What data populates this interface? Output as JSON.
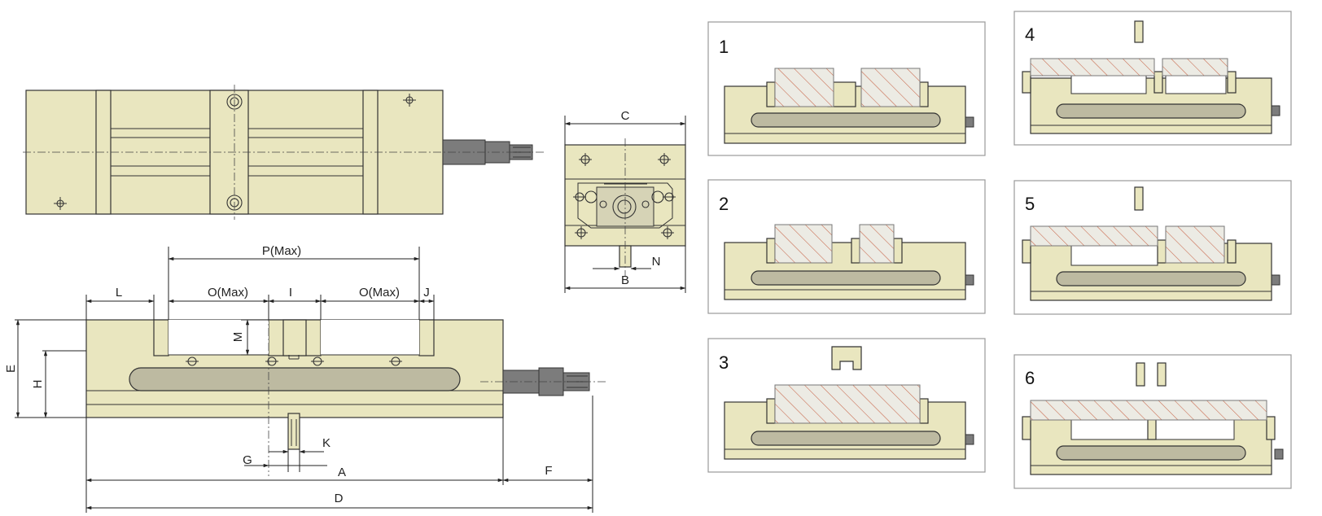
{
  "dimension_labels": {
    "P": "P(Max)",
    "L": "L",
    "O_left": "O(Max)",
    "I": "I",
    "O_right": "O(Max)",
    "J": "J",
    "M": "M",
    "E": "E",
    "H": "H",
    "G": "G",
    "K": "K",
    "A": "A",
    "F": "F",
    "D": "D",
    "C": "C",
    "N": "N",
    "B": "B"
  },
  "configurations": [
    {
      "number": "1"
    },
    {
      "number": "2"
    },
    {
      "number": "3"
    },
    {
      "number": "4"
    },
    {
      "number": "5"
    },
    {
      "number": "6"
    }
  ],
  "colors": {
    "body": "#e9e6bf",
    "slot": "#bdbaa1",
    "shaft": "#7c7c7c",
    "hatch": "#c8664a"
  }
}
